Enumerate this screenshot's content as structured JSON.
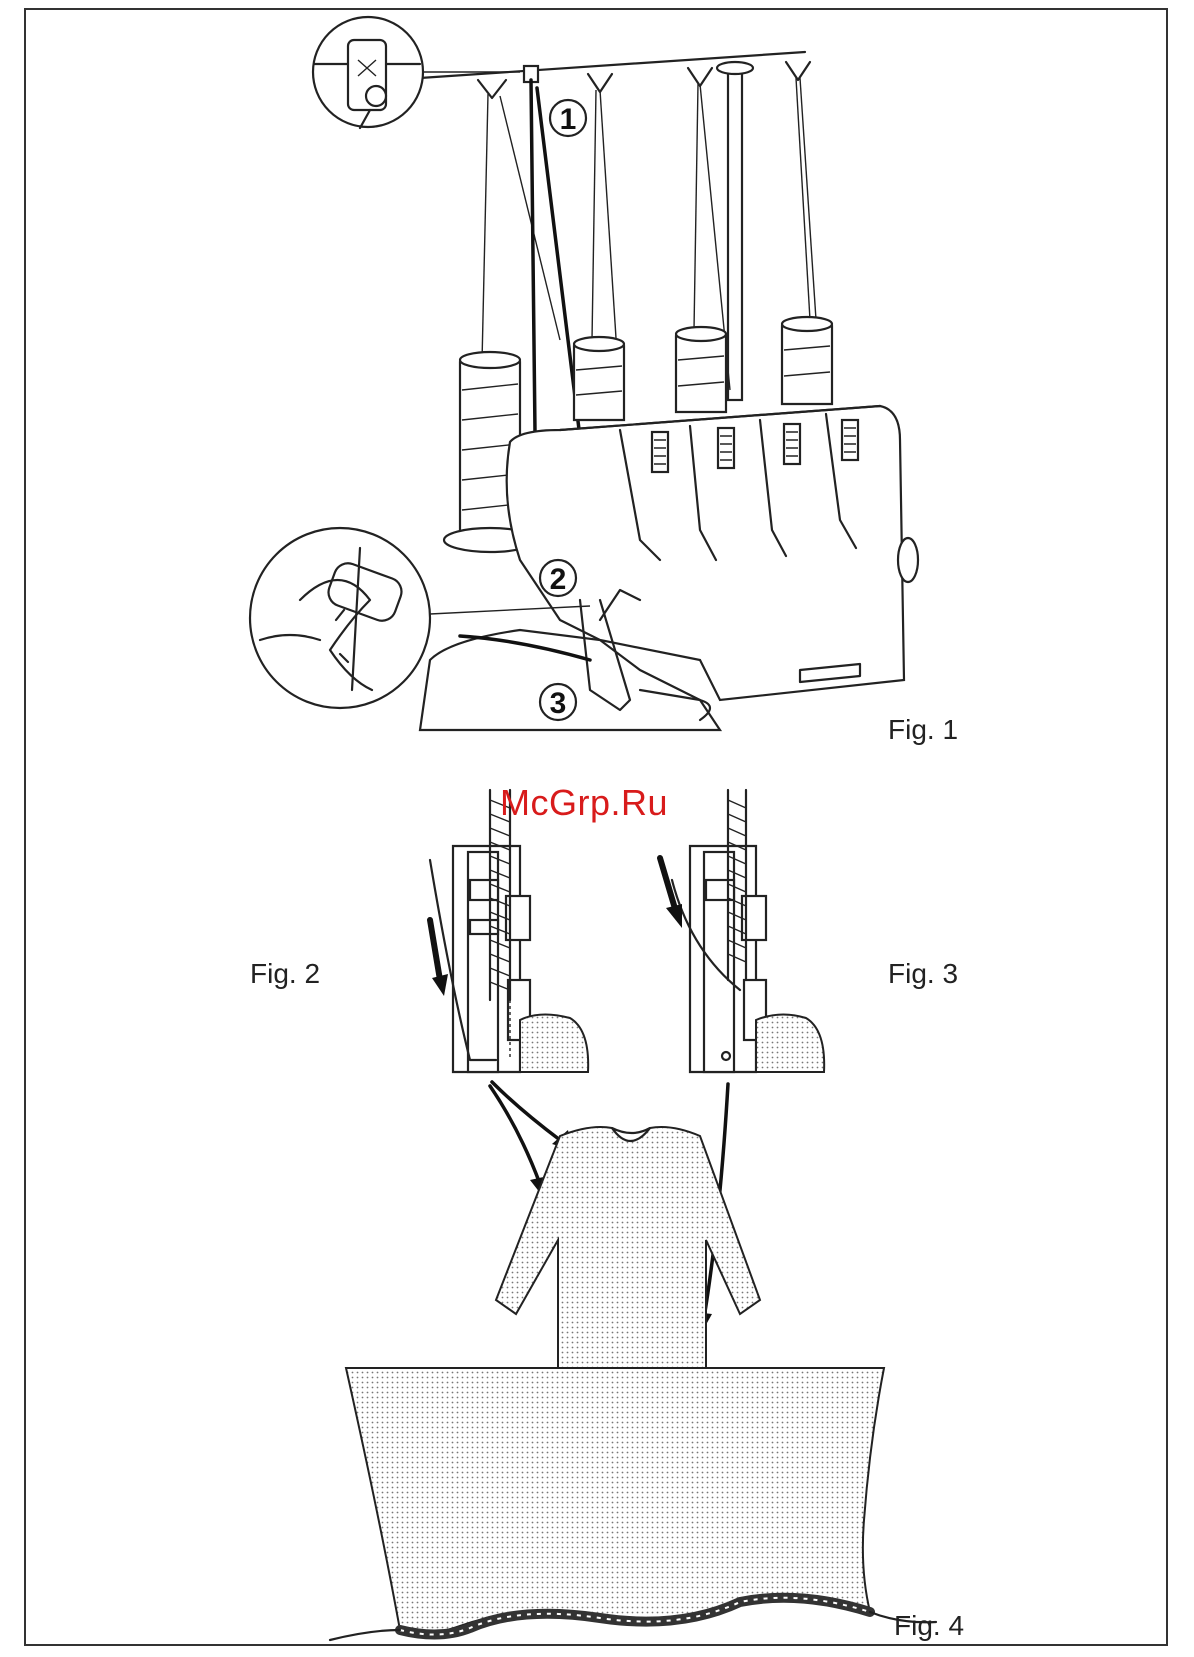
{
  "figures": {
    "fig1_label": "Fig. 1",
    "fig2_label": "Fig. 2",
    "fig3_label": "Fig. 3",
    "fig4_label": "Fig. 4"
  },
  "callouts": [
    "1",
    "2",
    "3"
  ],
  "watermark": "McGrp.Ru",
  "colors": {
    "ink": "#222222",
    "watermark": "#d81b1b"
  }
}
